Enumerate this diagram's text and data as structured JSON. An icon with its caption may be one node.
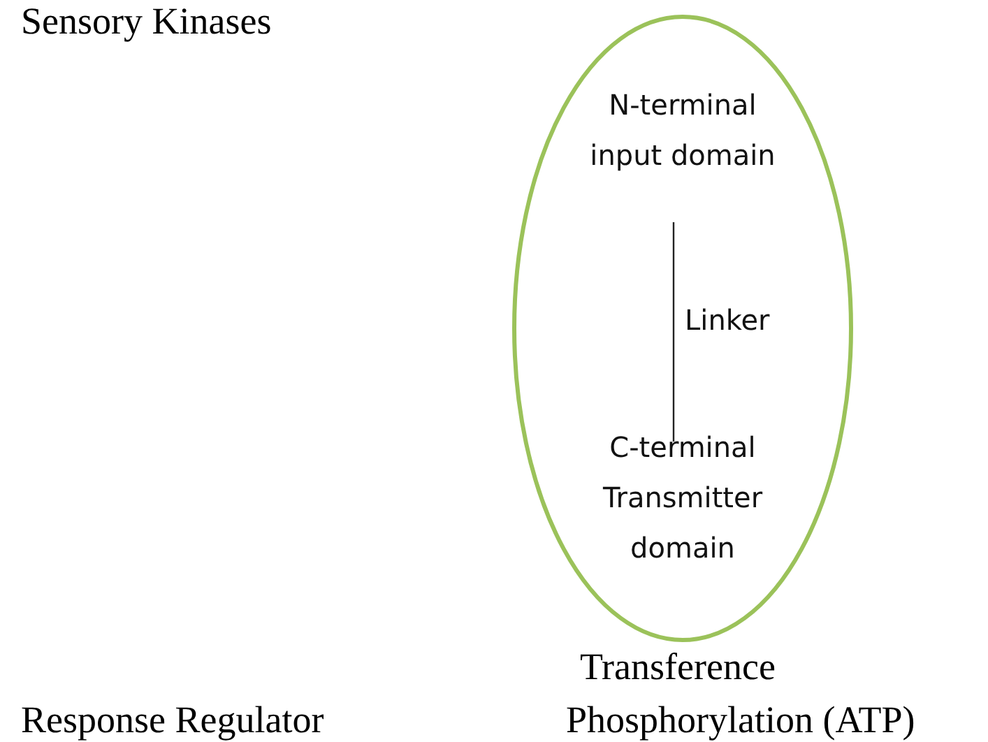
{
  "diagram": {
    "nodes": [
      {
        "text": [],
        "shape": "ellipse"
      },
      {
        "text": [
          "N-terminal input domain"
        ],
        "in": 0
      },
      {
        "text": [
          "C-terminal Transmitter domain"
        ],
        "in": 0
      }
    ],
    "edges": [
      {
        "from": 1,
        "to": 2,
        "arrow": "none",
        "label": "Linker"
      }
    ],
    "labels": [
      "Sensory Kinases",
      "Transference",
      "Response Regulator",
      "Phosphorylation (ATP)"
    ]
  }
}
